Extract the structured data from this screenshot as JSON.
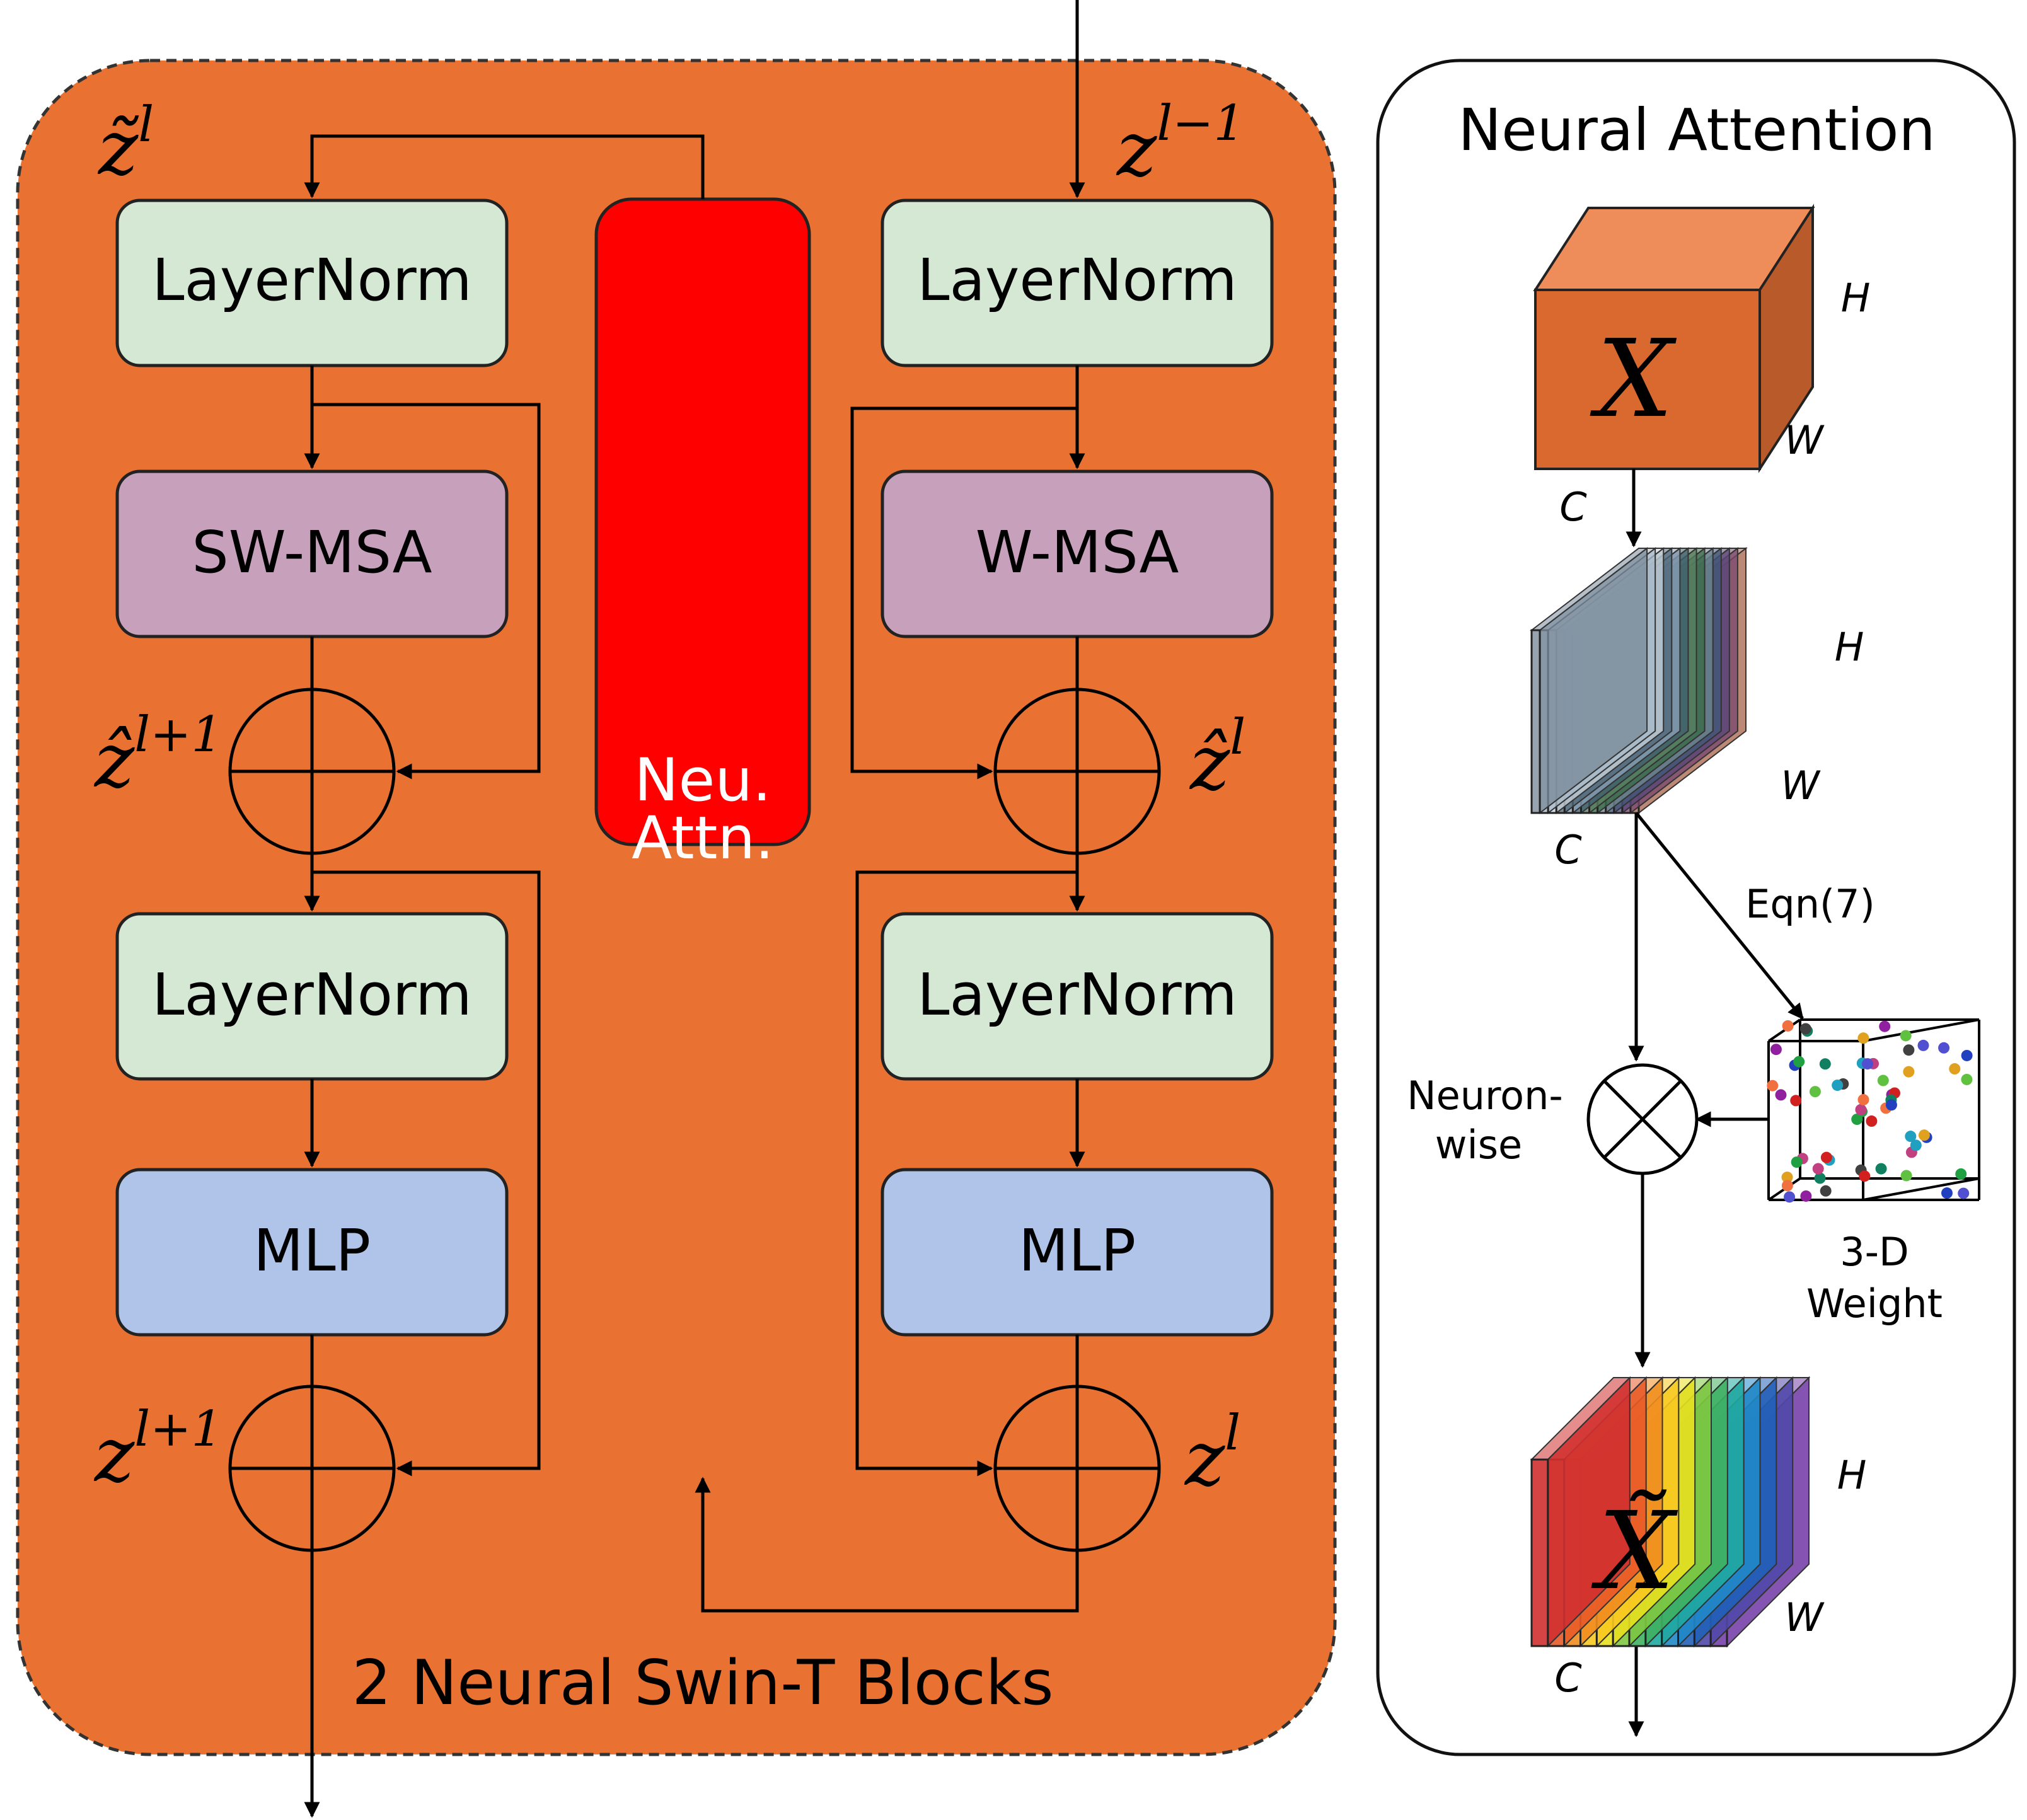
{
  "colors": {
    "outer_panel": "#E97232",
    "layernorm": "#D5E8D4",
    "msa": "#C7A0BC",
    "mlp": "#AFC4E8",
    "neu_attn": "#FF0000",
    "stroke": "#000000"
  },
  "left_block": {
    "caption": "2 Neural Swin-T Blocks",
    "left_column": {
      "layernorm_top": "LayerNorm",
      "msa": "SW-MSA",
      "layernorm_bottom": "LayerNorm",
      "mlp": "MLP",
      "symbol_top": "z̃",
      "symbol_top_sup": "l",
      "symbol_mid": "ẑ",
      "symbol_mid_sup": "l+1",
      "symbol_bottom": "z",
      "symbol_bottom_sup": "l+1"
    },
    "center": {
      "line1": "Neu.",
      "line2": "Attn."
    },
    "right_column": {
      "layernorm_top": "LayerNorm",
      "msa": "W-MSA",
      "layernorm_bottom": "LayerNorm",
      "mlp": "MLP",
      "symbol_top": "z",
      "symbol_top_sup": "l−1",
      "symbol_mid": "ẑ",
      "symbol_mid_sup": "l",
      "symbol_bottom": "z",
      "symbol_bottom_sup": "l"
    }
  },
  "neural_attention": {
    "title": "Neural Attention",
    "input_symbol": "X",
    "output_symbol": "X̃",
    "dim_h": "H",
    "dim_w": "W",
    "dim_c": "C",
    "eqn_label": "Eqn(7)",
    "op_label_line1": "Neuron-",
    "op_label_line2": "wise",
    "weight_label_line1": "3-D",
    "weight_label_line2": "Weight"
  }
}
